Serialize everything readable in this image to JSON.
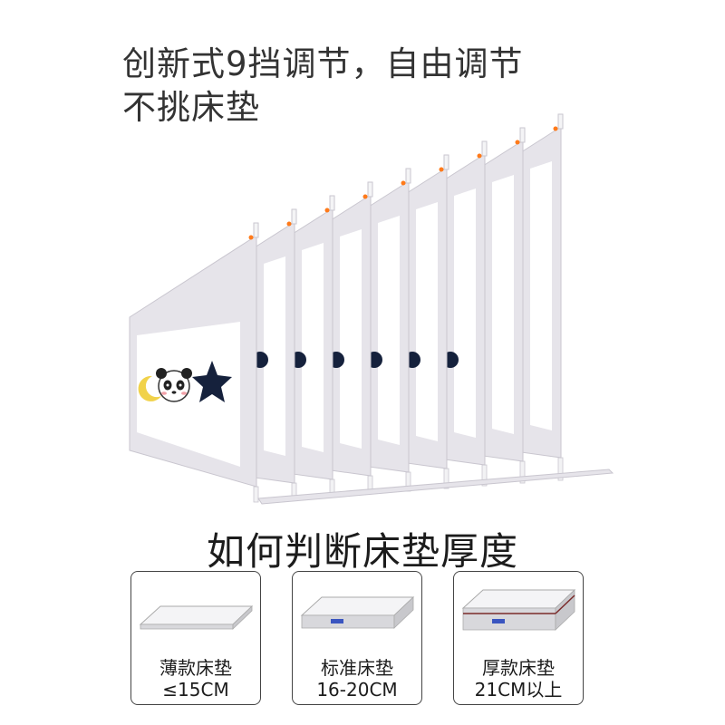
{
  "headline": {
    "line1": "创新式9挡调节，自由调节",
    "line2": "不挑床垫"
  },
  "section_title": "如何判断床垫厚度",
  "mattress_options": [
    {
      "name": "薄款床垫",
      "size": "≤15CM"
    },
    {
      "name": "标准床垫",
      "size": "16-20CM"
    },
    {
      "name": "厚款床垫",
      "size": "21CM以上"
    }
  ],
  "colors": {
    "panel": "#e6e4ea",
    "panel_edge": "#c9c6cf",
    "star": "#15213c",
    "accent_orange": "#ff7a1a",
    "text": "#333333"
  }
}
